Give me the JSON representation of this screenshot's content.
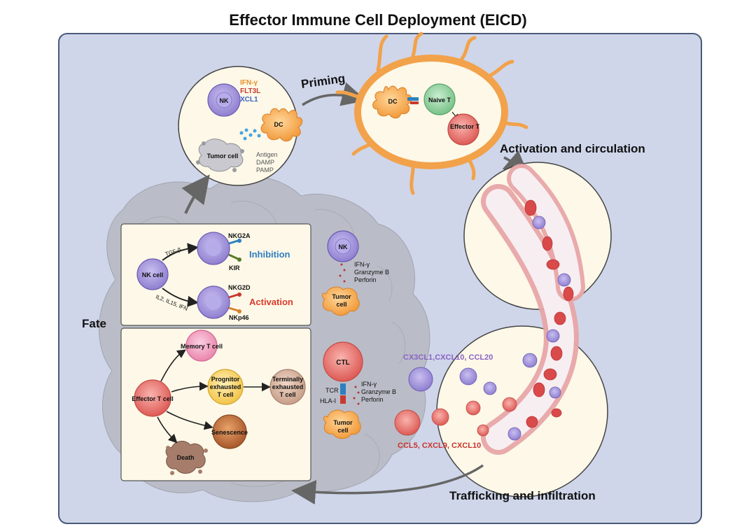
{
  "title": "Effector Immune Cell Deployment (EICD)",
  "stages": {
    "priming": "Priming",
    "activation": "Activation and circulation",
    "trafficking": "Trafficking and infiltration",
    "fate": "Fate"
  },
  "top_circle": {
    "nk": "NK",
    "dc": "DC",
    "tumor": "Tumor cell",
    "signal_ifn": "IFN-γ",
    "signal_flt3l": "FLT3L",
    "signal_xcl1": "XCL1",
    "antigen": "Antigen",
    "damp": "DAMP",
    "pamp": "PAMP"
  },
  "lymph_node": {
    "dc": "DC",
    "naive_t": "Naive T",
    "effector_t": "Effector T"
  },
  "nk_panel": {
    "nk_cell": "NK cell",
    "tgf": "TGF-β",
    "il": "IL2, IL15, IFN",
    "nkg2a": "NKG2A",
    "kir": "KIR",
    "nkg2d": "NKG2D",
    "nkp46": "NKp46",
    "inhibition": "Inhibition",
    "activation": "Activation"
  },
  "t_panel": {
    "effector": "Effector T cell",
    "memory": "Memory T cell",
    "prog_1": "Prognitor",
    "prog_2": "exhausted",
    "prog_3": "T cell",
    "term_1": "Terminally",
    "term_2": "exhausted",
    "term_3": "T cell",
    "senescence": "Senescence",
    "death": "Death"
  },
  "nk_kill": {
    "nk": "NK",
    "tumor_1": "Tumor",
    "tumor_2": "cell",
    "ifn": "IFN-γ",
    "granzyme": "Granzyme B",
    "perforin": "Perforin"
  },
  "ctl_kill": {
    "ctl": "CTL",
    "tcr": "TCR",
    "hla": "HLA-I",
    "tumor_1": "Tumor",
    "tumor_2": "cell",
    "ifn": "IFN-γ",
    "granzyme": "Granzyme B",
    "perforin": "Perforin"
  },
  "chemokines": {
    "purple": "CX3CL1,CXCL10, CCL20",
    "red": "CCL5, CXCL9, CXCL10"
  },
  "colors": {
    "panel_bg": "#cfd6ea",
    "panel_border": "#4a5a7a",
    "circle_bg": "#fdf8e8",
    "nk_purple": "#9e8fd6",
    "dc_orange": "#f5a54a",
    "naive_green": "#8fce9c",
    "effector_red": "#e86a6a",
    "inhibition_blue": "#2f7fc0",
    "activation_red": "#d93a2b",
    "chemokine_purple": "#8a63c4",
    "chemokine_red": "#c7332d",
    "ifn_orange": "#e8902a",
    "flt3l_red": "#c83a30",
    "xcl1_blue": "#3b63c4"
  }
}
